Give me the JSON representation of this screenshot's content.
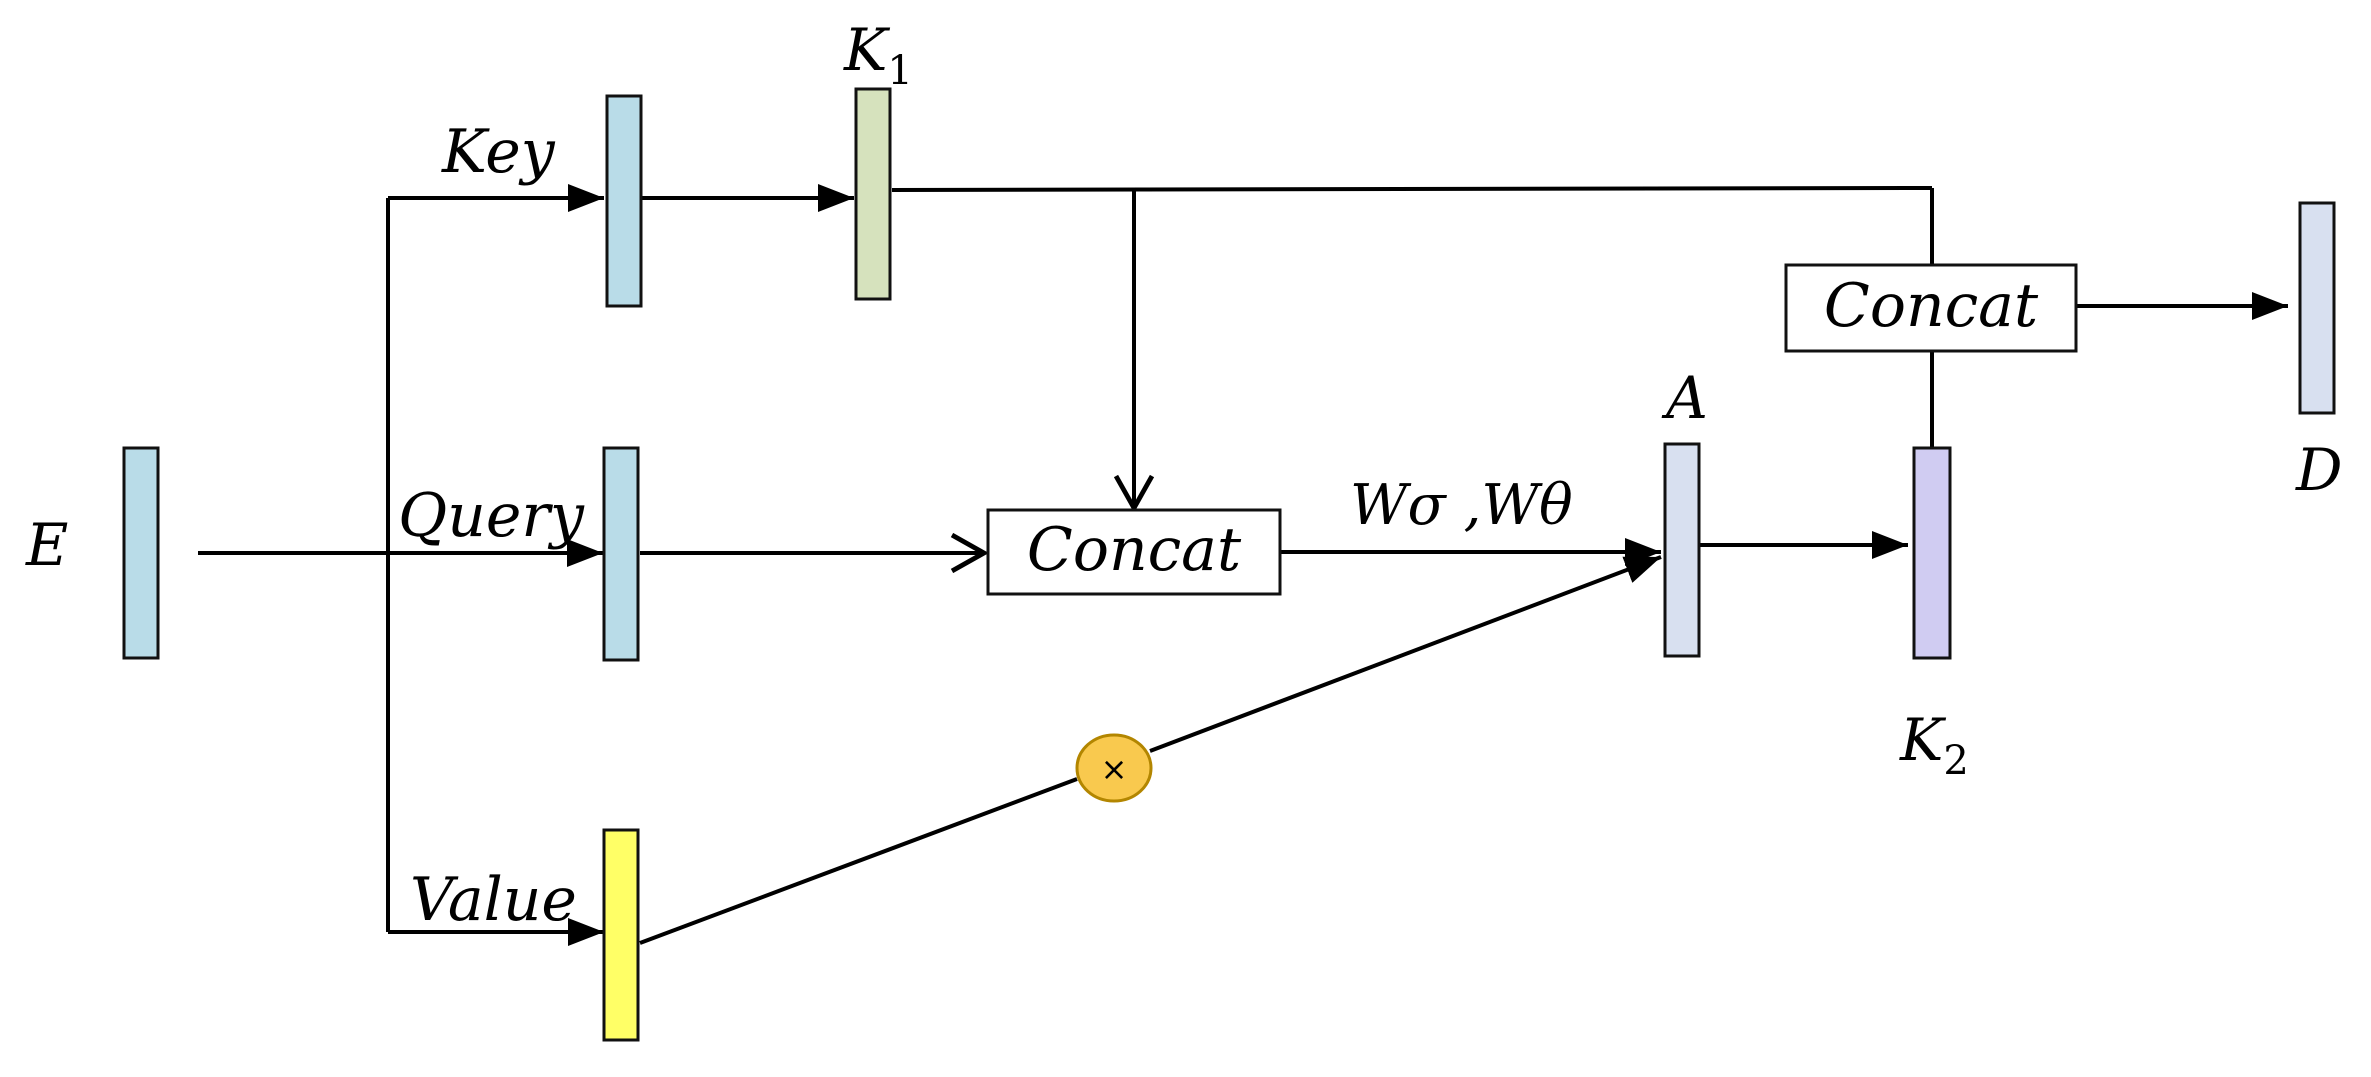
{
  "labels": {
    "e": "E",
    "key": "Key",
    "query": "Query",
    "value": "Value",
    "k1_main": "K",
    "k1_sub": "1",
    "a": "A",
    "k2_main": "K",
    "k2_sub": "2",
    "d": "D",
    "weights": "Wσ ,Wθ",
    "multiply": "×"
  },
  "boxes": {
    "concat_middle": "Concat",
    "concat_right": "Concat"
  },
  "colors": {
    "e_bar": "#b9dce8",
    "key_bar": "#b9dce8",
    "query_bar": "#b9dce8",
    "value_bar": "#ffff66",
    "k1_bar": "#d6e2bd",
    "a_bar": "#d8e0f0",
    "k2_bar": "#d0ccf2",
    "d_bar": "#d8e0f0",
    "multiply_node": "#f9c94e"
  }
}
